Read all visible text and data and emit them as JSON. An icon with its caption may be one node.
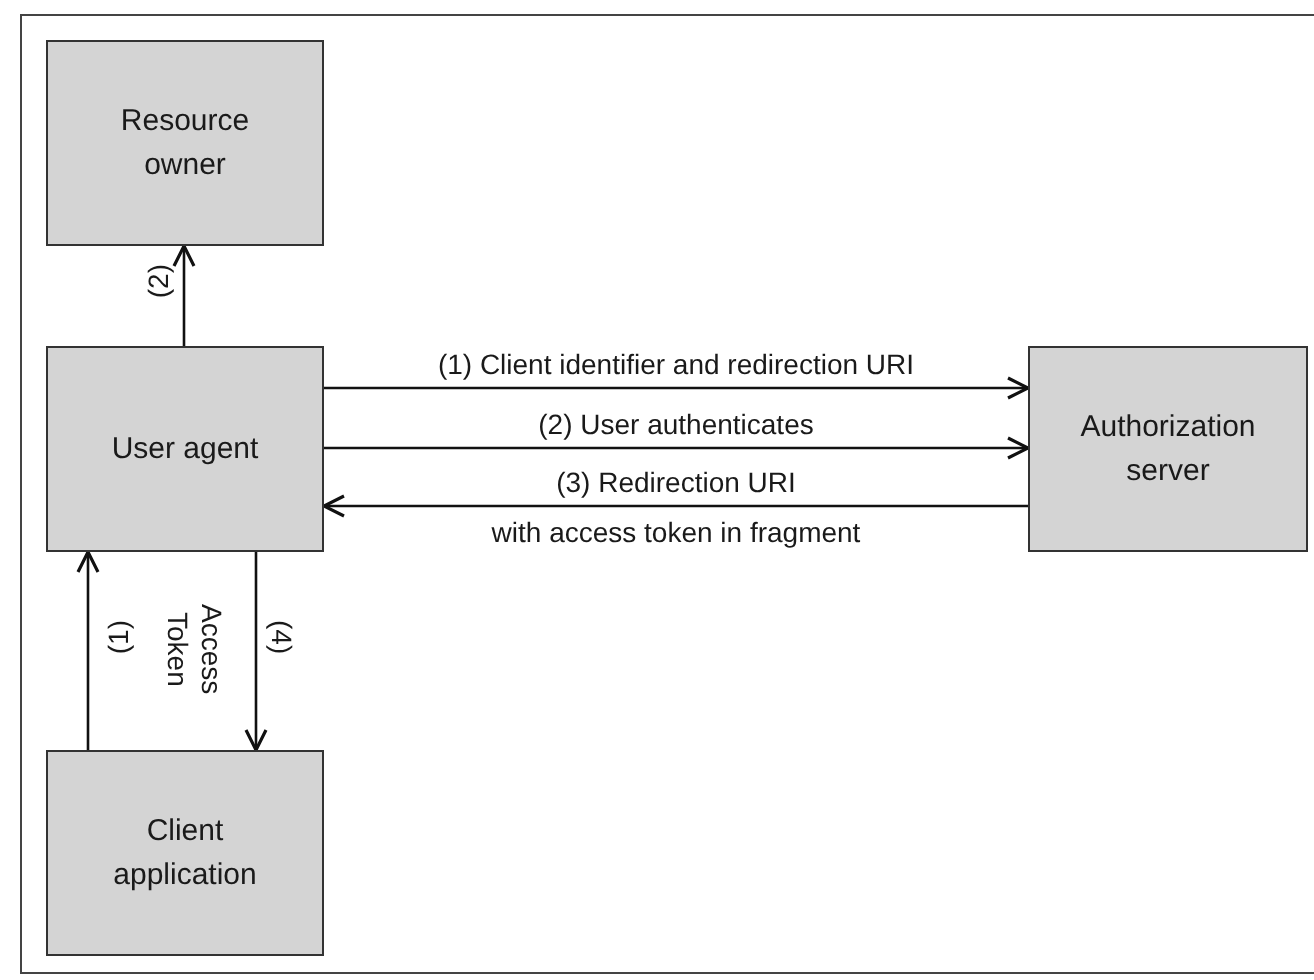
{
  "diagram": {
    "nodes": [
      {
        "text": [
          "Resource owner"
        ]
      },
      {
        "text": [
          "User agent"
        ]
      },
      {
        "text": [
          "Authorization server"
        ]
      },
      {
        "text": [
          "Client application"
        ]
      }
    ],
    "edges": [
      {
        "from": 1,
        "to": 0,
        "arrow": "to",
        "label": "(2)"
      },
      {
        "from": 1,
        "to": 2,
        "arrow": "to",
        "label": "(1) Client identifier and redirection URI"
      },
      {
        "from": 1,
        "to": 2,
        "arrow": "to",
        "label": "(2) User authenticates"
      },
      {
        "from": 2,
        "to": 1,
        "arrow": "to",
        "label": "(3) Redirection URI"
      },
      {
        "from": 3,
        "to": 1,
        "arrow": "to",
        "label": "(1)"
      },
      {
        "from": 1,
        "to": 3,
        "arrow": "to",
        "label": "(4)"
      }
    ],
    "labels": [
      "with access token in fragment",
      "Access Token"
    ]
  }
}
